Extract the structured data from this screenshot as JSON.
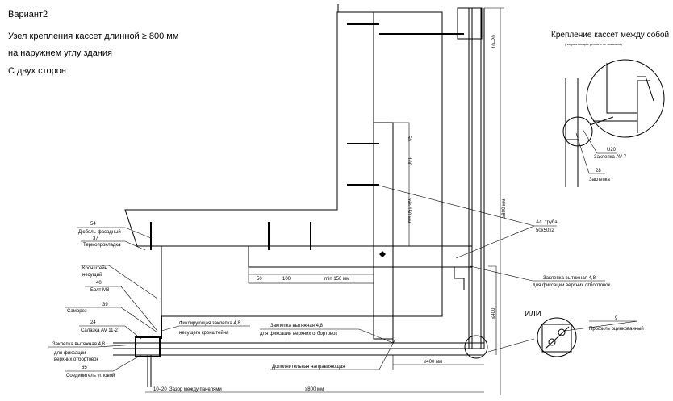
{
  "header": {
    "variant": "Вариант2",
    "title": "Узел крепления кассет длинной ≥ 800 мм",
    "subtitle": "на наружнем углу здания",
    "sides": "С двух сторон"
  },
  "left_labels": [
    {
      "num": "54",
      "name": "Дюбель-фасадный"
    },
    {
      "num": "37",
      "name": "Термопрокладка"
    },
    {
      "num": "",
      "name": "Кронштейн",
      "name2": "несущий"
    },
    {
      "num": "40",
      "name": "Болт М8"
    },
    {
      "num": "39",
      "name": "Саморез"
    },
    {
      "num": "24",
      "name": "Салазка AV 11-2"
    },
    {
      "num": "",
      "name": "Заклепка вытяжная 4,8",
      "name2": "для фиксации",
      "name3": "верхних отбортовок"
    },
    {
      "num": "65",
      "name": "Соединитель угловой"
    }
  ],
  "middle_labels": {
    "fix_rivet": "Фиксирующая заклепка 4,8",
    "fix_rivet_sub": "несущего кронштейна",
    "pull_rivet": "Заклепка вытяжная 4,8",
    "pull_rivet_sub": "для фиксации верхних отбортовок",
    "extra_guide": "Дополнительная направляющая"
  },
  "right_labels": {
    "tube": "Ал. труба",
    "tube_size": "50х50х2",
    "pull_rivet": "Заклепка вытяжная 4,8",
    "pull_rivet_sub": "для фиксации верхних отбортовок",
    "or": "ИЛИ",
    "profile_num": "9",
    "profile": "Профиль оцинкованный"
  },
  "dimensions": {
    "d50": "50",
    "d100": "100",
    "dmin150": "min 150 мм",
    "gap_top": "10–20",
    "height_800": "≥800 мм",
    "le400_v": "≤400",
    "le400_h": "≤400 мм",
    "gap_bottom": "10–20",
    "gap_bottom_label": "Зазор между панелями",
    "width_800": "≥800 мм"
  },
  "inset": {
    "title": "Крепление кассет между собой",
    "note": "(направляющая условно не показана)",
    "u20": "U20",
    "rivet_av7": "Заклепка AV 7",
    "n28": "28",
    "rivet": "Заклепка"
  }
}
